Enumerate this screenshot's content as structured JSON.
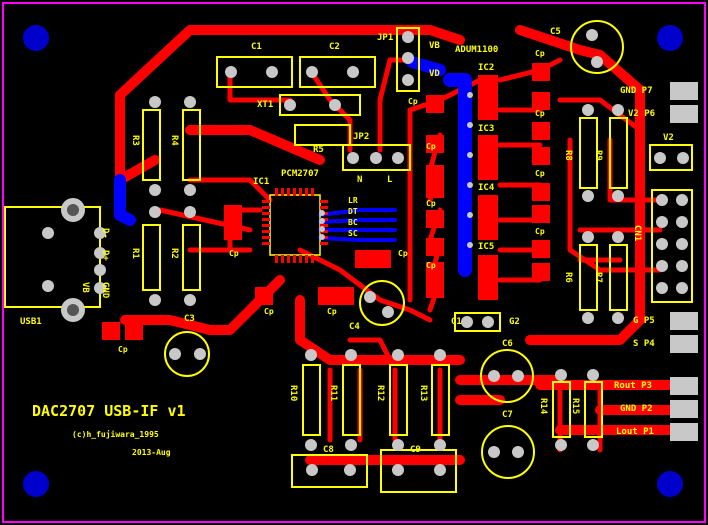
{
  "colors": {
    "background": "#000000",
    "outline": "#ff00ff",
    "trace_top": "#ff0000",
    "trace_bottom": "#0000ff",
    "silkscreen": "#ffff00",
    "pad": "#c8c8c8",
    "pad_hole": "#1a1a80",
    "mount_hole": "#0000cc",
    "usb_body": "#ffff00"
  },
  "board": {
    "title": "DAC2707 USB-IF v1",
    "copyright": "(c)h_fujiwara_1995",
    "date": "2013-Aug"
  },
  "refs": {
    "c1": "C1",
    "c2": "C2",
    "c3": "C3",
    "c4": "C4",
    "c5": "C5",
    "c6": "C6",
    "c7": "C7",
    "c8": "C8",
    "c9": "C9",
    "jp1": "JP1",
    "jp2": "JP2",
    "xt1": "XT1",
    "r1": "R1",
    "r2": "R2",
    "r3": "R3",
    "r4": "R4",
    "r5": "R5",
    "r6": "R6",
    "r7": "R7",
    "r8": "R8",
    "r9": "R9",
    "r10": "R10",
    "r11": "R11",
    "r12": "R12",
    "r13": "R13",
    "r14": "R14",
    "r15": "R15",
    "ic1": "IC1",
    "pcm": "PCM2707",
    "adum": "ADUM1100",
    "ic2": "IC2",
    "ic3": "IC3",
    "ic4": "IC4",
    "ic5": "IC5",
    "usb": "USB1",
    "v2": "V2",
    "cn1": "CN1",
    "cp": "Cp",
    "g1": "G1",
    "g2": "G2",
    "vb": "VB",
    "vd": "VD",
    "n": "N",
    "l": "L",
    "lr": "LR",
    "dt": "DT",
    "bc": "BC",
    "sc": "SC",
    "d_minus": "D-",
    "d_plus": "D+",
    "gnd": "GND",
    "vb_usb": "VB"
  },
  "connector": {
    "pins": [
      {
        "label": "GND P7"
      },
      {
        "label": "V2 P6"
      },
      {
        "label": "G P5"
      },
      {
        "label": "S P4"
      },
      {
        "label": "Rout P3"
      },
      {
        "label": "GND P2"
      },
      {
        "label": "Lout P1"
      }
    ]
  }
}
